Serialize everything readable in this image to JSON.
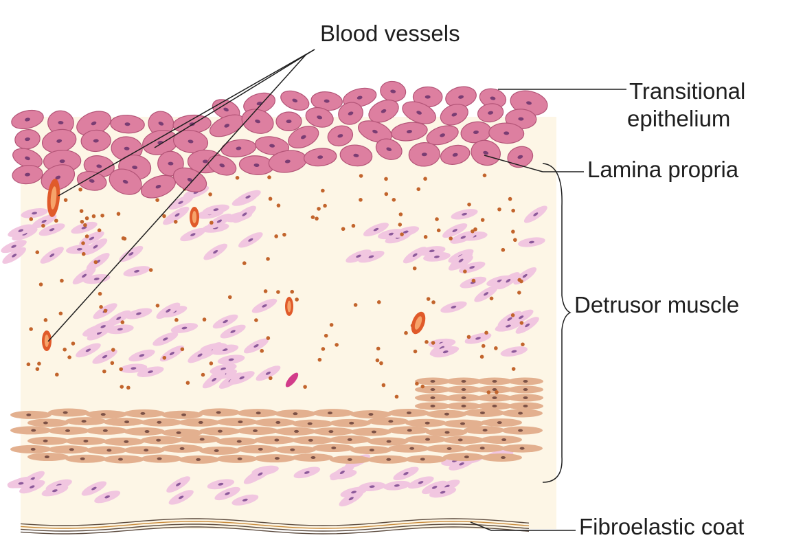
{
  "labels": {
    "blood_vessels": "Blood vessels",
    "transitional_line1": "Transitional",
    "transitional_line2": "epithelium",
    "lamina_propria": "Lamina propria",
    "detrusor_muscle": "Detrusor muscle",
    "fibroelastic_coat": "Fibroelastic coat"
  },
  "colors": {
    "background": "#ffffff",
    "tissue_bg": "#fdf6e6",
    "epithelium_cell": "#dd7fa0",
    "epithelium_cell_edge": "#b35477",
    "epithelium_nucleus": "#7a3d73",
    "smooth_muscle_cell": "#f1c6e0",
    "smooth_muscle_nucleus": "#8c5a9a",
    "brown_fiber": "#e3b08f",
    "brown_fiber_nucleus": "#7b5146",
    "blood_vessel": "#e05a2a",
    "blood_vessel_core": "#f6a36a",
    "dots": "#c2642c",
    "leader_line": "#1e1e1e",
    "coat_line": "#5b4a3d"
  }
}
